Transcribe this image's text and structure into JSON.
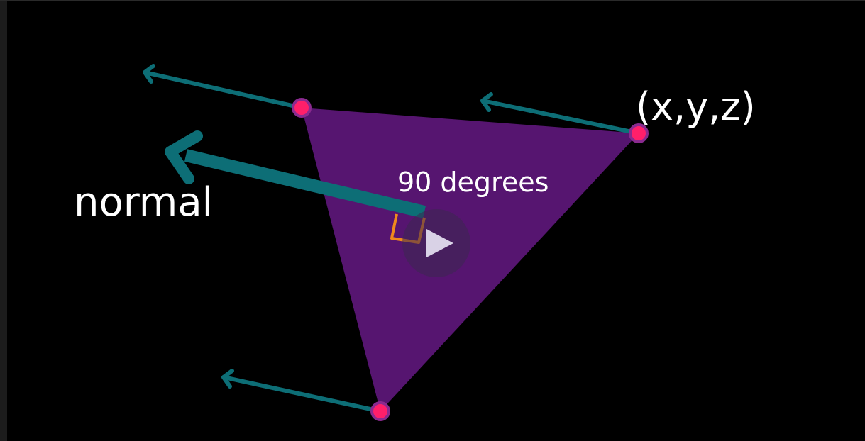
{
  "labels": {
    "normal": "normal",
    "vertex_coordinate": "(x,y,z)",
    "angle": "90 degrees"
  },
  "icons": {
    "play": "play-icon"
  },
  "colors": {
    "background": "#000000",
    "triangle_fill": "#561570",
    "arrow": "#0d6e76",
    "vertex": "#ff1f6a",
    "vertex_outline": "#8a2a8f",
    "right_angle_marker": "#f08a1c",
    "text": "#ffffff"
  }
}
